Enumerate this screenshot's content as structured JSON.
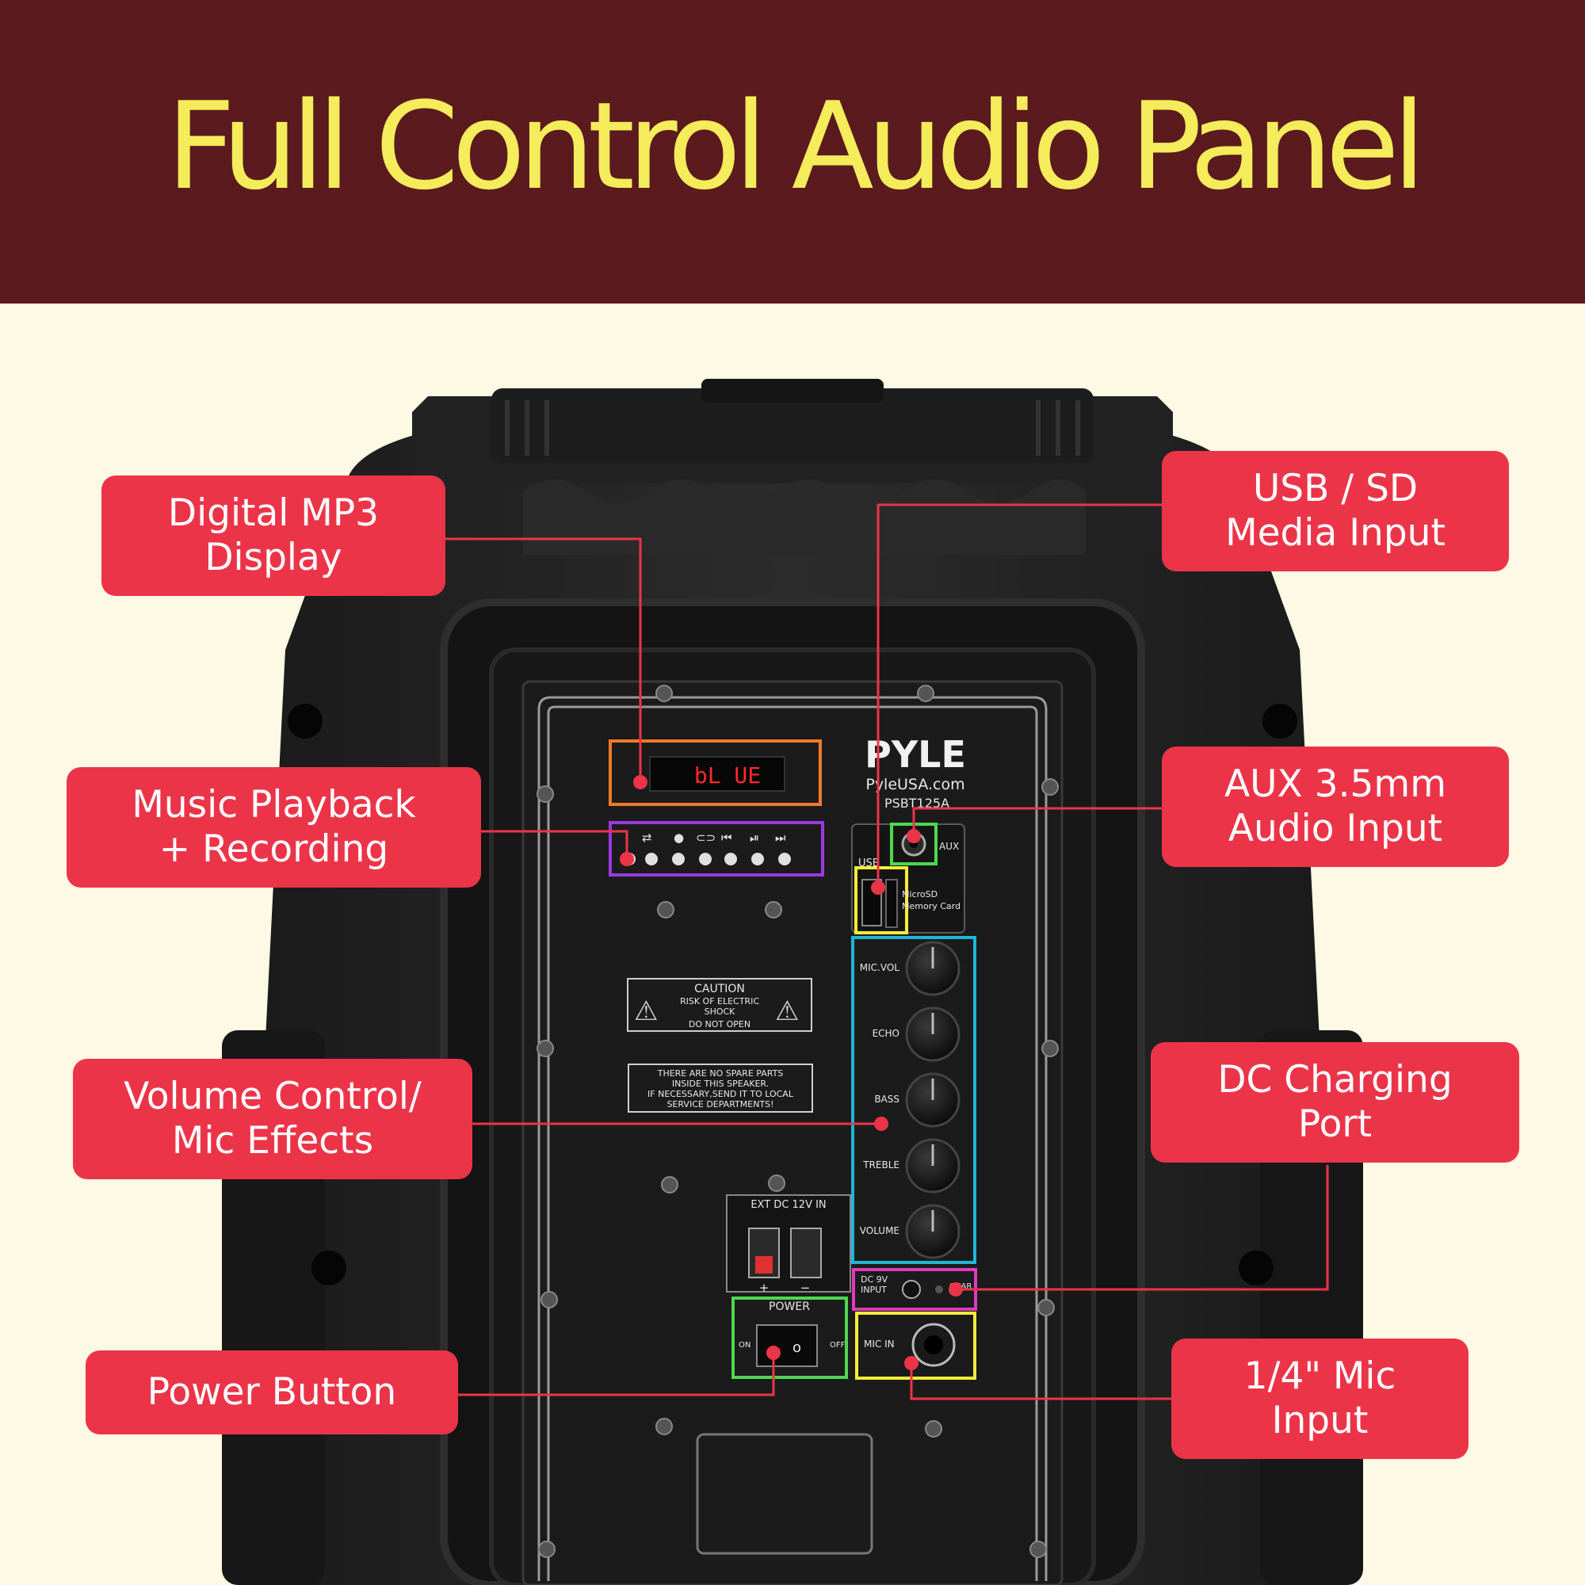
{
  "header": {
    "title": "Full Control Audio Panel"
  },
  "colors": {
    "header_bg": "#5a1a1e",
    "title": "#f4ec5a",
    "label_bg": "#ec3449",
    "page_bg": "#fdf9e4",
    "connector": "#ec3449"
  },
  "callouts": {
    "mp3_display": "Digital MP3\nDisplay",
    "playback": "Music Playback\n+ Recording",
    "volume": "Volume Control/\nMic Effects",
    "power": "Power Button",
    "usb_sd": "USB / SD\nMedia Input",
    "aux": "AUX 3.5mm\nAudio Input",
    "dc": "DC Charging\nPort",
    "mic": "1/4\" Mic\nInput"
  },
  "panel": {
    "brand": "PYLE",
    "url": "PyleUSA.com",
    "model": "PSBT125A",
    "display_text": "bL UE",
    "aux": "AUX",
    "usb": "USB",
    "microsd_1": "MicroSD",
    "microsd_2": "Memory Card",
    "knobs": [
      "MIC.VOL",
      "ECHO",
      "BASS",
      "TREBLE",
      "VOLUME"
    ],
    "caution_title": "CAUTION",
    "caution_1": "RISK OF ELECTRIC",
    "caution_2": "SHOCK",
    "caution_3": "DO NOT OPEN",
    "notice_1": "THERE ARE NO SPARE PARTS",
    "notice_2": "INSIDE THIS SPEAKER.",
    "notice_3": "IF NECESSARY,SEND IT TO LOCAL",
    "notice_4": "SERVICE DEPARTMENTS!",
    "ext_dc": "EXT DC 12V IN",
    "plus": "+",
    "minus": "−",
    "power": "POWER",
    "on": "ON",
    "off": "OFF",
    "dc_1": "DC 9V",
    "dc_2": "INPUT",
    "charge": "CHAR",
    "mic_in": "MIC IN"
  }
}
